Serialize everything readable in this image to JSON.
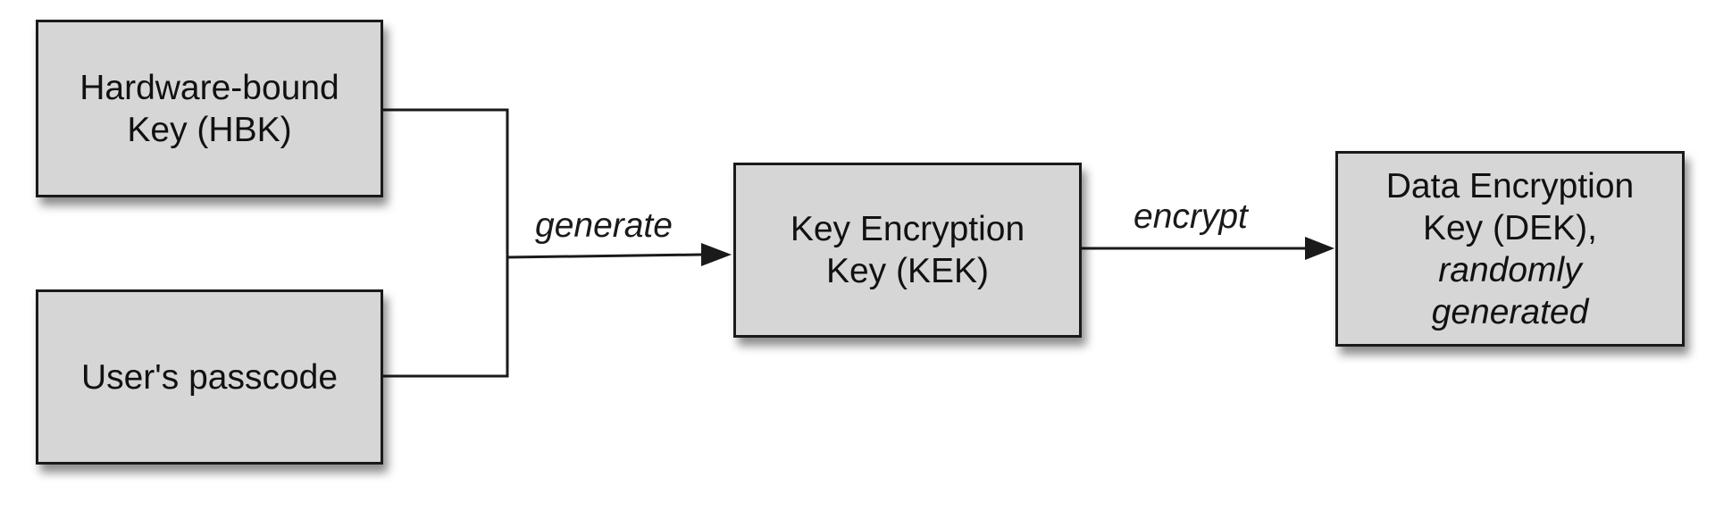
{
  "nodes": {
    "hbk": {
      "lines": [
        "Hardware-bound",
        "Key (HBK)"
      ]
    },
    "passcode": {
      "lines": [
        "User's passcode"
      ]
    },
    "kek": {
      "lines": [
        "Key Encryption",
        "Key (KEK)"
      ]
    },
    "dek": {
      "lines": [
        "Data Encryption",
        "Key (DEK),"
      ],
      "italic_lines": [
        "randomly",
        "generated"
      ]
    }
  },
  "edges": {
    "generate": {
      "label": "generate",
      "from": [
        "hbk",
        "passcode"
      ],
      "to": "kek"
    },
    "encrypt": {
      "label": "encrypt",
      "from": "kek",
      "to": "dek"
    }
  },
  "colors": {
    "box_fill": "#d6d6d6",
    "border": "#1a1a1a",
    "line": "#1a1a1a"
  }
}
